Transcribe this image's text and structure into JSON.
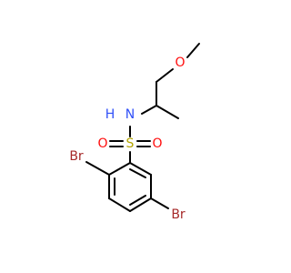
{
  "atoms": {
    "o_methoxy": {
      "label": "O",
      "color": "#ff0d0d"
    },
    "n_amine": {
      "label": "H",
      "label2": "N",
      "color": "#3050f8"
    },
    "s_sulfonyl": {
      "label": "S",
      "color": "#b3a400"
    },
    "o_sulfonyl_left": {
      "label": "O",
      "color": "#ff0d0d"
    },
    "o_sulfonyl_right": {
      "label": "O",
      "color": "#ff0d0d"
    },
    "br_ortho": {
      "label": "Br",
      "color": "#a62929"
    },
    "br_meta": {
      "label": "Br",
      "color": "#a62929"
    }
  }
}
